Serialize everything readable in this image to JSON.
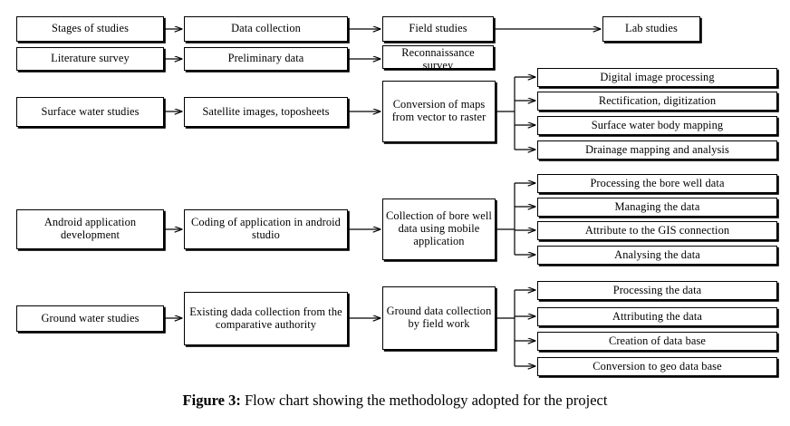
{
  "figure": {
    "label": "Figure 3:",
    "caption": " Flow chart showing the methodology adopted for the project"
  },
  "style": {
    "background": "#ffffff",
    "line_color": "#000000",
    "box_fill": "#ffffff",
    "box_border": "#000000"
  },
  "chart_data": {
    "type": "flowchart",
    "title": "Flow chart showing the methodology adopted for the project",
    "orientation": "left-to-right",
    "rows": [
      {
        "id": "stages",
        "nodes": [
          "Stages of studies",
          "Data collection",
          "Field studies",
          "Lab studies"
        ]
      },
      {
        "id": "literature",
        "nodes": [
          "Literature survey",
          "Preliminary data",
          "Reconnaissance survey"
        ]
      },
      {
        "id": "surface-water",
        "nodes": [
          "Surface water studies",
          "Satellite images, toposheets",
          "Conversion of maps from vector to raster"
        ],
        "branches": [
          "Digital image processing",
          "Rectification, digitization",
          "Surface water body mapping",
          "Drainage mapping and analysis"
        ]
      },
      {
        "id": "android",
        "nodes": [
          "Android application development",
          "Coding of application in android studio",
          "Collection of bore well data using mobile application"
        ],
        "branches": [
          "Processing the bore well data",
          "Managing the data",
          "Attribute to the GIS connection",
          "Analysing the data"
        ]
      },
      {
        "id": "ground-water",
        "nodes": [
          "Ground water studies",
          "Existing dada collection from the comparative authority",
          "Ground data collection by field work"
        ],
        "branches": [
          "Processing the data",
          "Attributing the data",
          "Creation of data base",
          "Conversion to geo data base"
        ]
      }
    ]
  },
  "boxes": {
    "stages_of_studies": "Stages of studies",
    "data_collection": "Data collection",
    "field_studies": "Field studies",
    "lab_studies": "Lab studies",
    "literature_survey": "Literature survey",
    "preliminary_data": "Preliminary data",
    "reconnaissance_survey": "Reconnaissance survey",
    "surface_water_studies": "Surface water studies",
    "satellite_images": "Satellite images, toposheets",
    "conversion_of_maps": "Conversion of maps from vector to raster",
    "digital_image_processing": "Digital image processing",
    "rectification_digitization": "Rectification, digitization",
    "surface_water_body_mapping": "Surface water body mapping",
    "drainage_mapping": "Drainage mapping and analysis",
    "android_app_development": "Android application development",
    "coding_of_application": "Coding of application in android studio",
    "collection_of_bore_well": "Collection of bore well data using mobile application",
    "processing_bore_well_data": "Processing the bore well data",
    "managing_the_data": "Managing the data",
    "attribute_gis_connection": "Attribute to the GIS connection",
    "analysing_the_data": "Analysing the data",
    "ground_water_studies": "Ground water studies",
    "existing_data_collection": "Existing dada collection from the comparative authority",
    "ground_data_collection": "Ground data collection by field work",
    "processing_the_data": "Processing the data",
    "attributing_the_data": "Attributing the data",
    "creation_of_data_base": "Creation of data base",
    "conversion_geo_data_base": "Conversion to geo data base"
  }
}
